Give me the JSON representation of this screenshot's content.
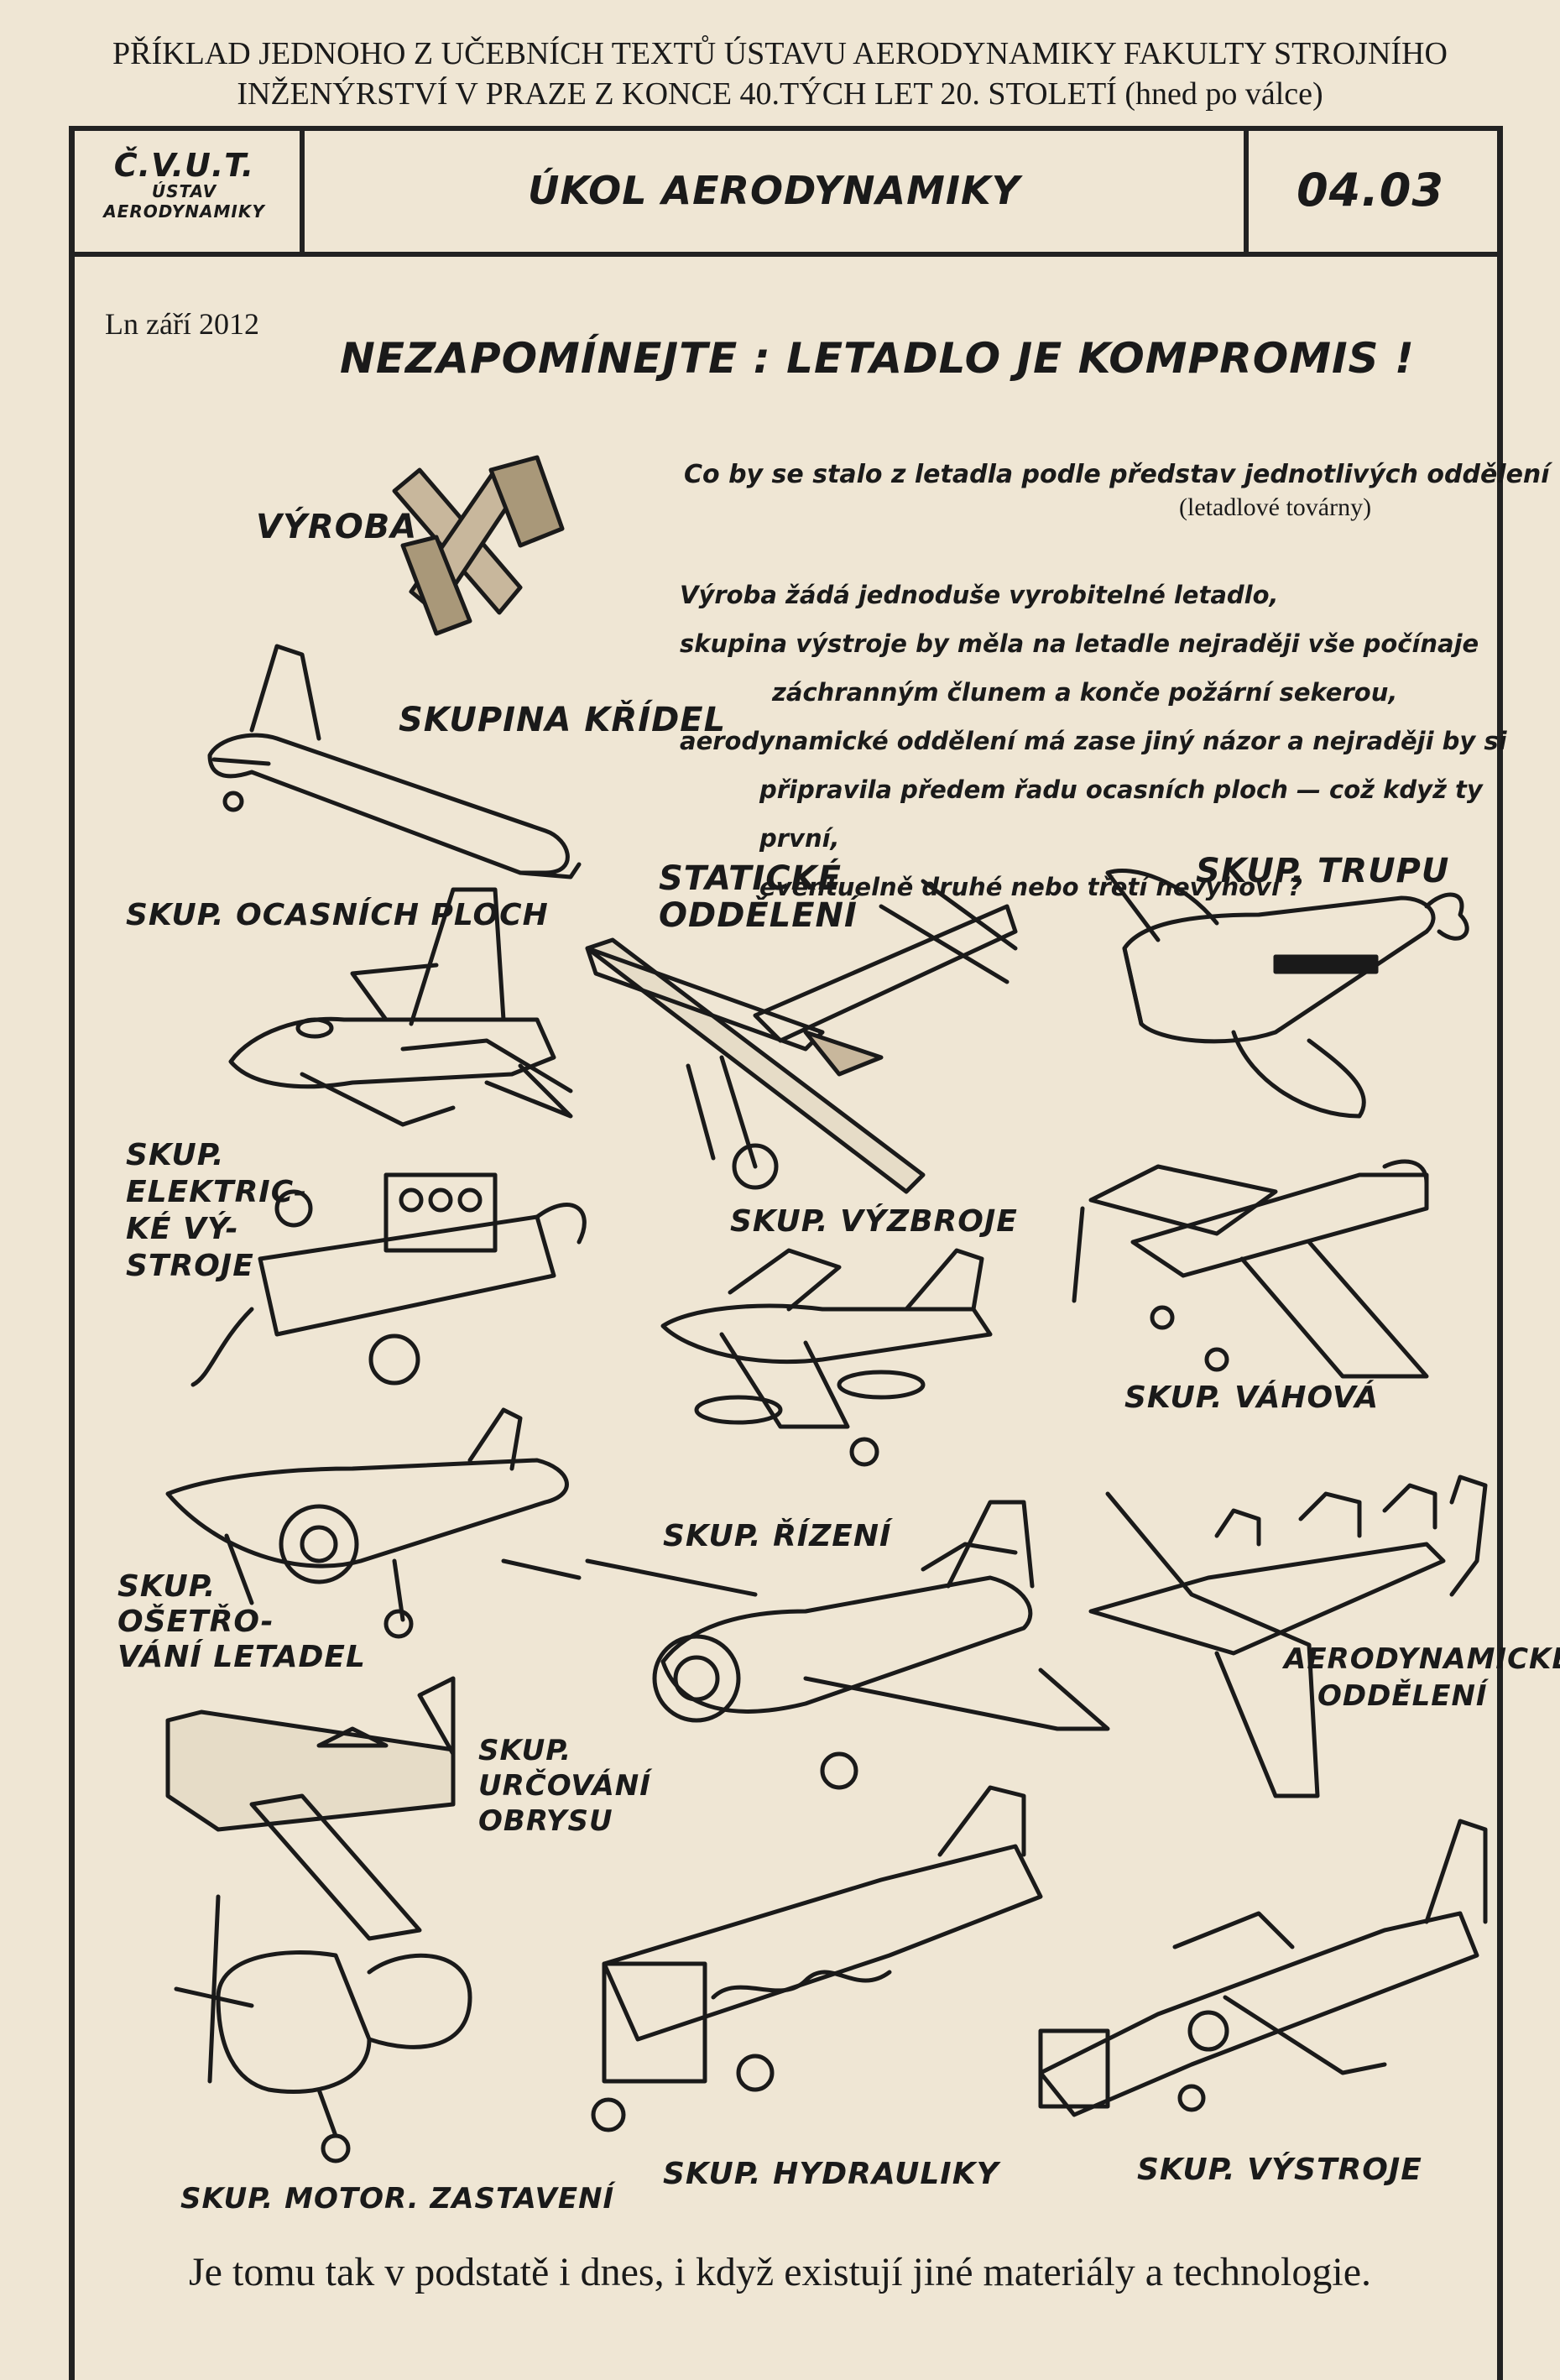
{
  "header": {
    "line1": "PŘÍKLAD JEDNOHO Z UČEBNÍCH TEXTŮ ÚSTAVU AERODYNAMIKY FAKULTY STROJNÍHO",
    "line2": "INŽENÝRSTVÍ V PRAZE Z KONCE 40.TÝCH  LET 20. STOLETÍ (hned po válce)"
  },
  "title_block": {
    "institution_line1": "Č.V.U.T.",
    "institution_line2": "ÚSTAV",
    "institution_line3": "AERODYNAMIKY",
    "title": "ÚKOL AERODYNAMIKY",
    "number": "04.03"
  },
  "date_note": "Ln září  2012",
  "headline": "NEZAPOMÍNEJTE : LETADLO JE KOMPROMIS !",
  "intro": {
    "line1": "Co by se stalo z letadla podle představ jednotlivých oddělení",
    "line2": "letadlové továrny",
    "line2_note": "(letadlové továrny)"
  },
  "paragraph": [
    "Výroba žádá jednoduše vyrobitelné letadlo,",
    "skupina výstroje by měla na letadle nejraději vše počínaje",
    "záchranným člunem a konče požární sekerou,",
    "aerodynamické oddělení má zase jiný názor a nejraději by si",
    "připravila předem řadu ocasních ploch — což když ty první,",
    "eventuelně druhé nebo třetí nevyhoví ?"
  ],
  "labels": {
    "vyroba": "VÝROBA",
    "kridel": "SKUPINA KŘÍDEL",
    "ocasnich": "SKUP. OCASNÍCH PLOCH",
    "staticke1": "STATICKÉ",
    "staticke2": "ODDĚLENÍ",
    "trupu": "SKUP. TRUPU",
    "elektr1": "SKUP.",
    "elektr2": "ELEKTRIC-",
    "elektr3": "KÉ VÝ-",
    "elektr4": "STROJE",
    "vyzbroje": "SKUP. VÝZBROJE",
    "vahova": "SKUP. VÁHOVÁ",
    "osetr1": "SKUP.",
    "osetr2": "OŠETŘO-",
    "osetr3": "VÁNÍ LETADEL",
    "rizeni": "SKUP. ŘÍZENÍ",
    "aero1": "AERODYNAMICKÉ",
    "aero2": "ODDĚLENÍ",
    "obrys1": "SKUP.",
    "obrys2": "URČOVÁNÍ",
    "obrys3": "OBRYSU",
    "motor": "SKUP. MOTOR. ZASTAVENÍ",
    "hydrauliky": "SKUP. HYDRAULIKY",
    "vystroje": "SKUP. VÝSTROJE"
  },
  "footer": "Je tomu tak v podstatě i dnes, i když existují jiné materiály a technologie."
}
